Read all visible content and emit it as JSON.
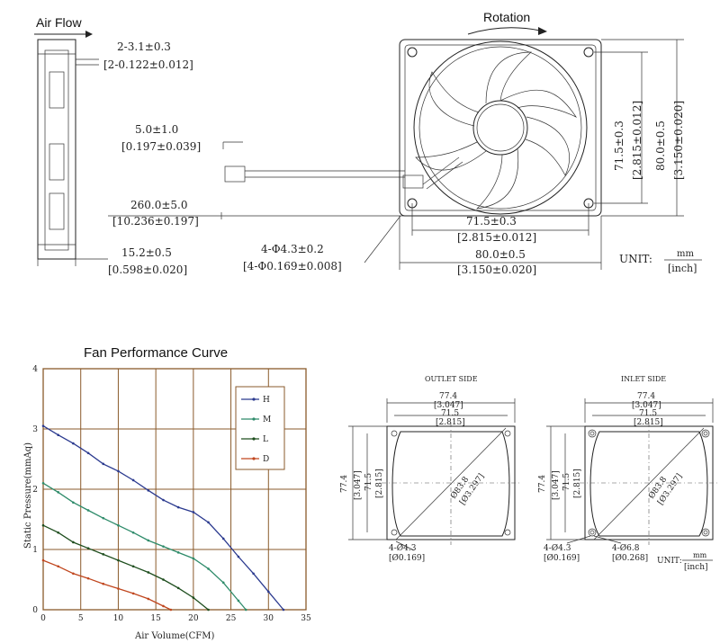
{
  "drawing": {
    "airflow_label": "Air Flow",
    "rotation_label": "Rotation",
    "dims": {
      "d1": {
        "metric": "2-3.1±0.3",
        "inch": "[2-0.122±0.012]"
      },
      "d2": {
        "metric": "5.0±1.0",
        "inch": "[0.197±0.039]"
      },
      "d3": {
        "metric": "260.0±5.0",
        "inch": "[10.236±0.197]"
      },
      "d4": {
        "metric": "15.2±0.5",
        "inch": "[0.598±0.020]"
      },
      "d5": {
        "metric": "4-Φ4.3±0.2",
        "inch": "[4-Φ0.169±0.008]"
      },
      "d6": {
        "metric": "71.5±0.3",
        "inch": "[2.815±0.012]"
      },
      "d7": {
        "metric": "80.0±0.5",
        "inch": "[3.150±0.020]"
      },
      "v1": {
        "metric": "71.5±0.3",
        "inch": "[2.815±0.012]"
      },
      "v2": {
        "metric": "80.0±0.5",
        "inch": "[3.150±0.020]"
      }
    },
    "unit": {
      "label": "UNIT:",
      "top": "mm",
      "bottom": "[inch]"
    }
  },
  "outlet": {
    "title": "OUTLET SIDE",
    "w1": "77.4",
    "w1i": "[3.047]",
    "w2": "71.5",
    "w2i": "[2.815]",
    "h1": "77.4",
    "h1i": "[3.047]",
    "h2": "71.5",
    "h2i": "[2.815]",
    "dia": "Ø83.8",
    "diai": "[Ø3.297]",
    "hole": "4-Ø4.3",
    "holei": "[Ø0.169]"
  },
  "inlet": {
    "title": "INLET SIDE",
    "w1": "77.4",
    "w1i": "[3.047]",
    "w2": "71.5",
    "w2i": "[2.815]",
    "h1": "77.4",
    "h1i": "[3.047]",
    "h2": "71.5",
    "h2i": "[2.815]",
    "dia": "Ø83.8",
    "diai": "[Ø3.297]",
    "hole1": "4-Ø4.3",
    "hole1i": "[Ø0.169]",
    "hole2": "4-Ø6.8",
    "hole2i": "[Ø0.268]",
    "unit": "UNIT:",
    "unit_top": "mm",
    "unit_bottom": "[inch]"
  },
  "chart_data": {
    "type": "line",
    "title": "Fan Performance Curve",
    "xlabel": "Air Volume(CFM)",
    "ylabel": "Static Pressure(mmAq)",
    "xlim": [
      0,
      35
    ],
    "ylim": [
      0,
      4
    ],
    "xticks": [
      "0",
      "5",
      "10",
      "15",
      "20",
      "25",
      "30",
      "35"
    ],
    "yticks": [
      "0",
      "1",
      "2",
      "3",
      "4"
    ],
    "grid": true,
    "legend_position": "top-right",
    "series": [
      {
        "name": "H",
        "color": "#2b3a8f",
        "x": [
          0,
          2,
          4,
          6,
          8,
          10,
          12,
          14,
          16,
          18,
          20,
          22,
          24,
          26,
          28,
          30,
          32
        ],
        "y": [
          3.05,
          2.9,
          2.76,
          2.6,
          2.42,
          2.3,
          2.15,
          1.98,
          1.82,
          1.7,
          1.62,
          1.45,
          1.18,
          0.88,
          0.6,
          0.3,
          0.0
        ]
      },
      {
        "name": "M",
        "color": "#2e8b6a",
        "x": [
          0,
          2,
          4,
          6,
          8,
          10,
          12,
          14,
          16,
          18,
          20,
          22,
          24,
          26,
          27
        ],
        "y": [
          2.1,
          1.95,
          1.78,
          1.65,
          1.52,
          1.4,
          1.28,
          1.15,
          1.05,
          0.95,
          0.85,
          0.68,
          0.45,
          0.15,
          0.0
        ]
      },
      {
        "name": "L",
        "color": "#1d4d1d",
        "x": [
          0,
          2,
          4,
          6,
          8,
          10,
          12,
          14,
          16,
          18,
          20,
          22
        ],
        "y": [
          1.4,
          1.28,
          1.12,
          1.02,
          0.92,
          0.82,
          0.72,
          0.62,
          0.5,
          0.36,
          0.2,
          0.0
        ]
      },
      {
        "name": "D",
        "color": "#c0461e",
        "x": [
          0,
          2,
          4,
          6,
          8,
          10,
          12,
          14,
          16,
          17
        ],
        "y": [
          0.82,
          0.72,
          0.6,
          0.52,
          0.43,
          0.35,
          0.27,
          0.18,
          0.06,
          0.0
        ]
      }
    ]
  }
}
